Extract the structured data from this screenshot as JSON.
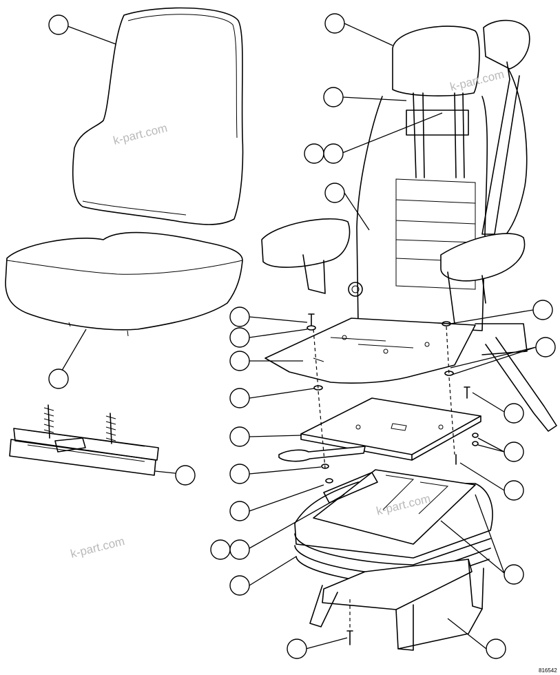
{
  "watermarks": [
    "k-part.com",
    "k-part.com",
    "k-part.com",
    "k-part.com"
  ],
  "figure_code": "816542"
}
